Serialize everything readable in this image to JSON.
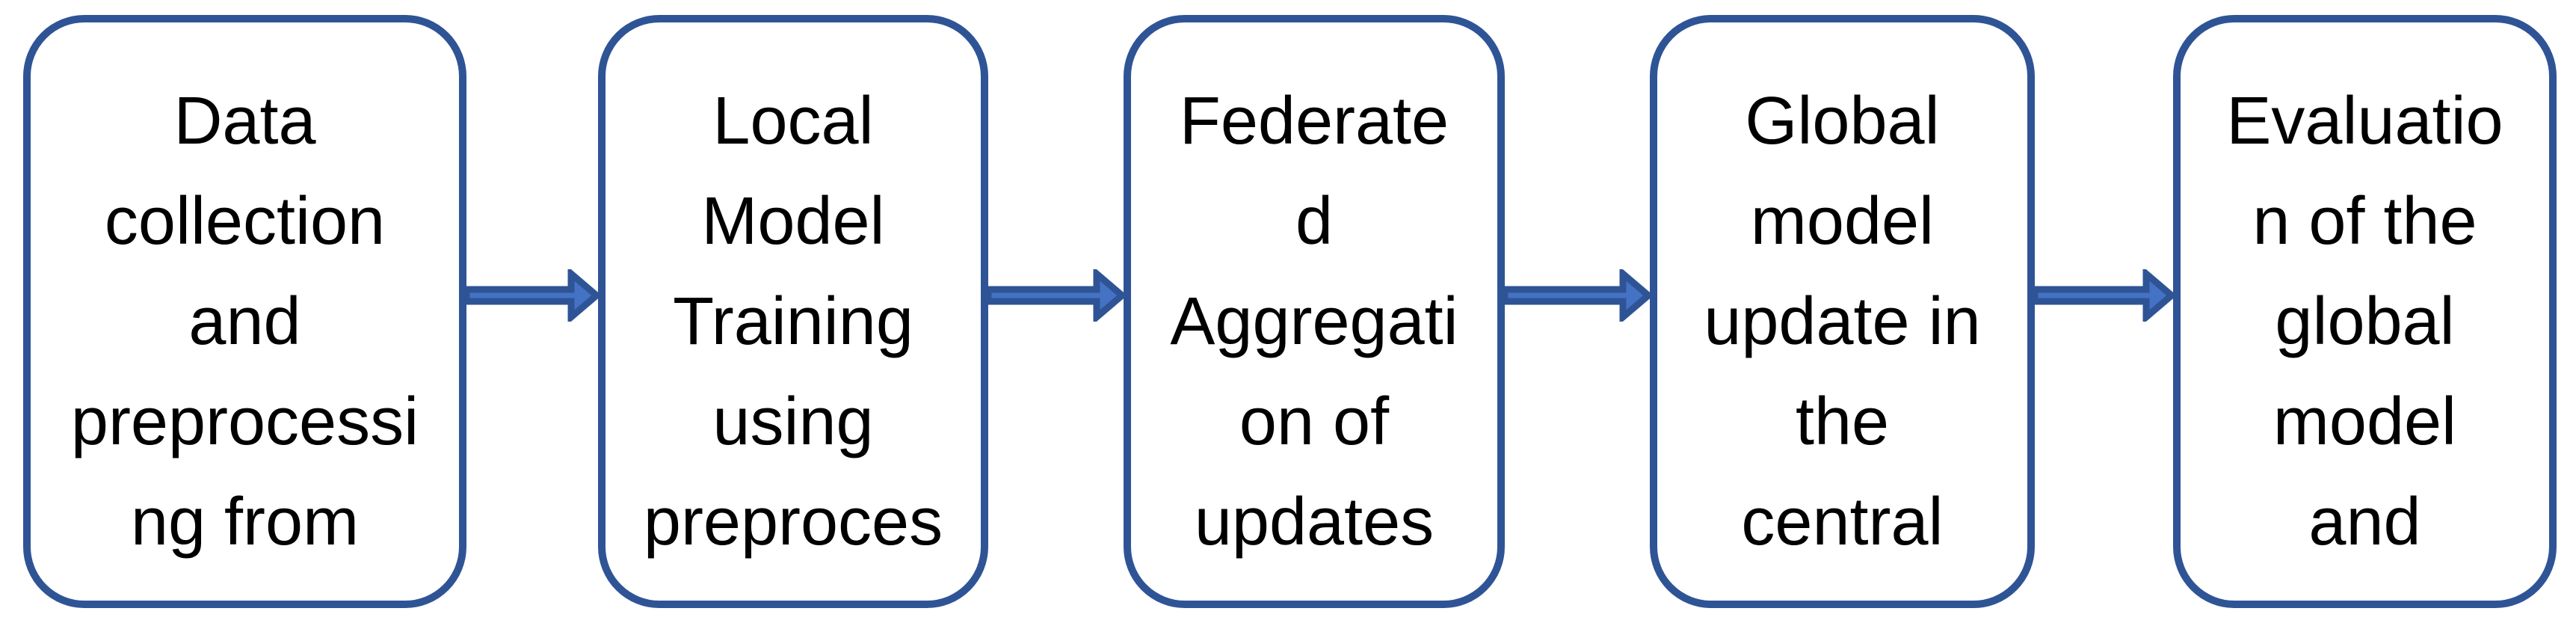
{
  "diagram": {
    "type": "flowchart",
    "direction": "left-to-right",
    "colors": {
      "background": "#FFFFFF",
      "box_border": "#2F5496",
      "arrow_fill": "#4472C4",
      "arrow_outline": "#2F5496",
      "text": "#000000"
    },
    "boxes": [
      {
        "step": 1,
        "text": "Data\ncollection\nand\npreprocessi\nng from"
      },
      {
        "step": 2,
        "text": "Local\nModel\nTraining\nusing\npreproces"
      },
      {
        "step": 3,
        "text": "Federate\nd\nAggregati\non of\nupdates"
      },
      {
        "step": 4,
        "text": "Global\nmodel\nupdate in\nthe\ncentral"
      },
      {
        "step": 5,
        "text": "Evaluatio\nn of the\nglobal\nmodel\nand"
      }
    ],
    "arrows": [
      {
        "from": 1,
        "to": 2
      },
      {
        "from": 2,
        "to": 3
      },
      {
        "from": 3,
        "to": 4
      },
      {
        "from": 4,
        "to": 5
      }
    ]
  }
}
